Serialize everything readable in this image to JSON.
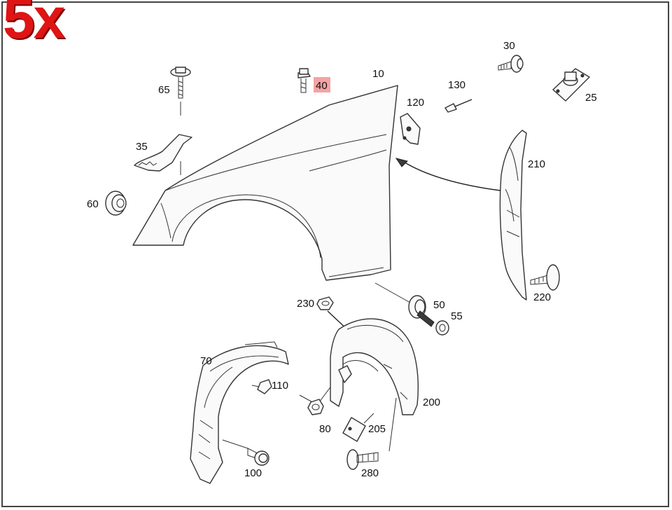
{
  "badge": "5x",
  "highlight_color": "#f4a3a3",
  "badge_color": "#e01414",
  "labels": {
    "p10": "10",
    "p25": "25",
    "p30": "30",
    "p35": "35",
    "p40": "40",
    "p50": "50",
    "p55": "55",
    "p60": "60",
    "p65": "65",
    "p70": "70",
    "p80": "80",
    "p100": "100",
    "p110": "110",
    "p120": "120",
    "p130": "130",
    "p200": "200",
    "p205": "205",
    "p210": "210",
    "p220": "220",
    "p230": "230",
    "p280": "280"
  }
}
